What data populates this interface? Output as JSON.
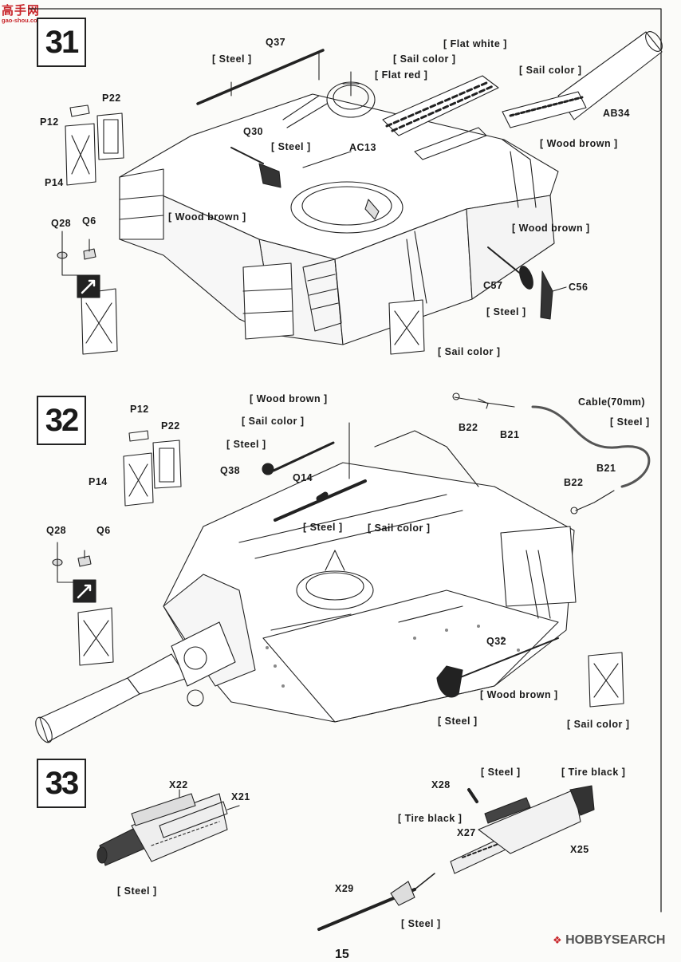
{
  "watermark_top": {
    "chinese": "高手网",
    "url": "gao-shou.com"
  },
  "watermark_bottom": "HOBBYSEARCH",
  "page_number": "15",
  "steps": {
    "s31": {
      "number": "31",
      "labels": {
        "q37": "Q37",
        "steel_q37": "[ Steel ]",
        "flat_white": "[ Flat white ]",
        "sail_ac13": "[ Sail color ]",
        "flat_red": "[ Flat red ]",
        "sail_ab34": "[ Sail color ]",
        "ab34": "AB34",
        "wood_ab34": "[ Wood brown ]",
        "ac13": "AC13",
        "p22": "P22",
        "p12": "P12",
        "p14": "P14",
        "q30": "Q30",
        "steel_q30": "[ Steel ]",
        "wood_q30": "[ Wood brown ]",
        "q28": "Q28",
        "q6": "Q6",
        "wood_c": "[ Wood brown ]",
        "c57": "C57",
        "c56": "C56",
        "steel_c57": "[ Steel ]",
        "sail_box": "[ Sail color ]"
      }
    },
    "s32": {
      "number": "32",
      "labels": {
        "wood_rod": "[ Wood brown ]",
        "sail_rod": "[ Sail color ]",
        "steel_q38": "[ Steel ]",
        "q38": "Q38",
        "q14": "Q14",
        "steel_q14": "[ Steel ]",
        "sail_q14": "[ Sail color ]",
        "p12": "P12",
        "p22": "P22",
        "p14": "P14",
        "q28": "Q28",
        "q6": "Q6",
        "b22_top": "B22",
        "b21_top": "B21",
        "cable": "Cable(70mm)",
        "steel_cable": "[ Steel ]",
        "b21_bot": "B21",
        "b22_bot": "B22",
        "q32": "Q32",
        "wood_q32": "[ Wood brown ]",
        "steel_q32": "[ Steel ]",
        "sail_box": "[ Sail color ]"
      }
    },
    "s33": {
      "number": "33",
      "labels": {
        "x22": "X22",
        "x21": "X21",
        "steel_left": "[ Steel ]",
        "x28": "X28",
        "steel_x28": "[ Steel ]",
        "tire_top": "[ Tire black ]",
        "tire_left": "[ Tire black ]",
        "x27": "X27",
        "x25": "X25",
        "x29": "X29",
        "steel_bottom": "[ Steel ]"
      }
    }
  }
}
